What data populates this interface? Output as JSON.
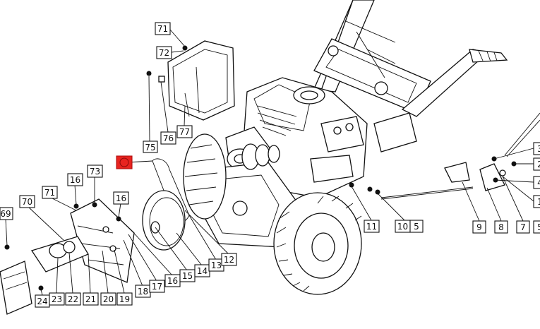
{
  "diagram": {
    "callouts": [
      {
        "id": "c71a",
        "num": "71"
      },
      {
        "id": "c72",
        "num": "72"
      },
      {
        "id": "c75",
        "num": "75"
      },
      {
        "id": "c76",
        "num": "76"
      },
      {
        "id": "c77",
        "num": "77"
      },
      {
        "id": "c73",
        "num": "73"
      },
      {
        "id": "c16a",
        "num": "16"
      },
      {
        "id": "c16b",
        "num": "16"
      },
      {
        "id": "c71b",
        "num": "71"
      },
      {
        "id": "c70",
        "num": "70"
      },
      {
        "id": "c69",
        "num": "69"
      },
      {
        "id": "c24",
        "num": "24"
      },
      {
        "id": "c23",
        "num": "23"
      },
      {
        "id": "c22",
        "num": "22"
      },
      {
        "id": "c21",
        "num": "21"
      },
      {
        "id": "c20",
        "num": "20"
      },
      {
        "id": "c19",
        "num": "19"
      },
      {
        "id": "c18",
        "num": "18"
      },
      {
        "id": "c17",
        "num": "17"
      },
      {
        "id": "c16c",
        "num": "16"
      },
      {
        "id": "c15",
        "num": "15"
      },
      {
        "id": "c14",
        "num": "14"
      },
      {
        "id": "c13",
        "num": "13"
      },
      {
        "id": "c12",
        "num": "12"
      },
      {
        "id": "c11",
        "num": "11"
      },
      {
        "id": "c10",
        "num": "10"
      },
      {
        "id": "c5",
        "num": "5"
      },
      {
        "id": "c9",
        "num": "9"
      },
      {
        "id": "c8",
        "num": "8"
      },
      {
        "id": "c7",
        "num": "7"
      },
      {
        "id": "c3",
        "num": "3"
      },
      {
        "id": "c2",
        "num": "2"
      },
      {
        "id": "c4",
        "num": "4"
      },
      {
        "id": "c1",
        "num": "1"
      },
      {
        "id": "cS",
        "num": "5"
      }
    ],
    "highlight_color": "#e8231f"
  }
}
